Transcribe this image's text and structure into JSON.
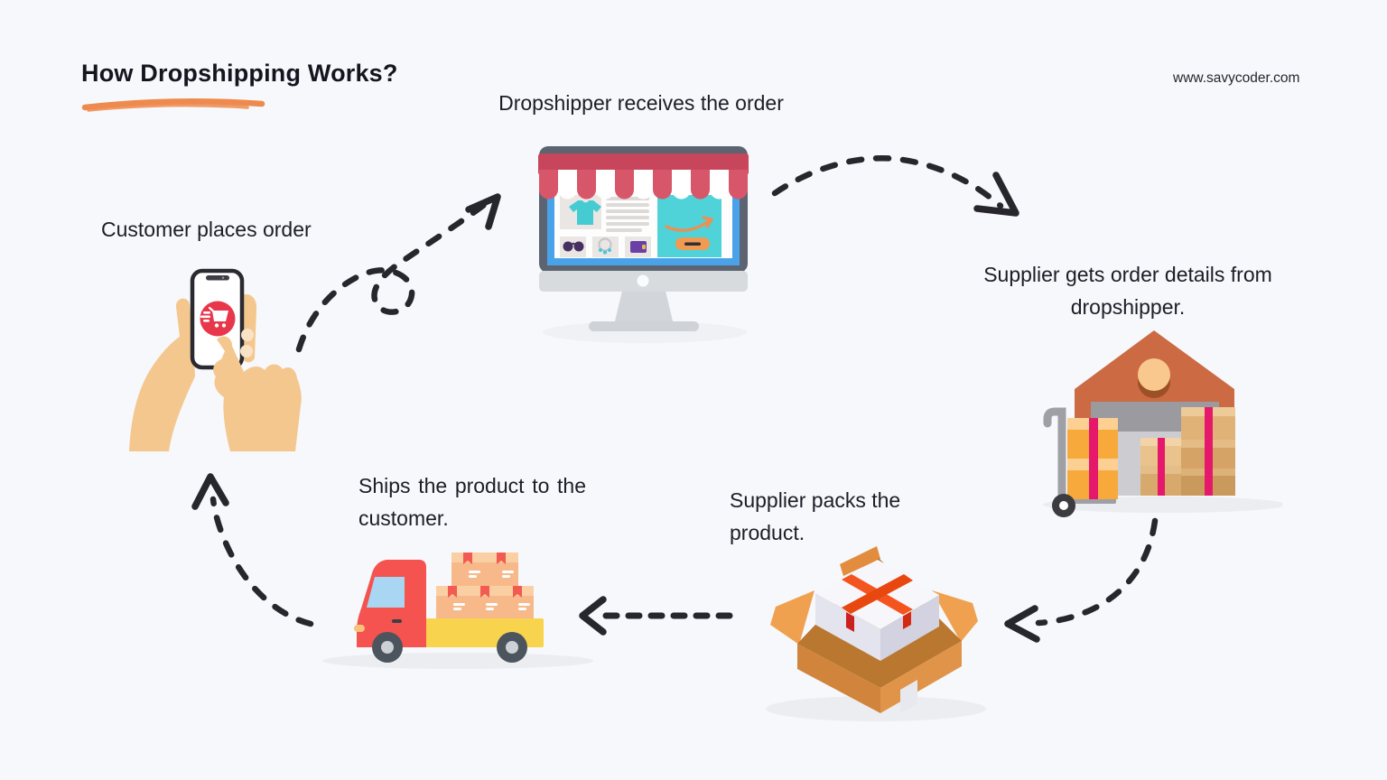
{
  "header": {
    "title": "How Dropshipping Works?",
    "website": "www.savycoder.com"
  },
  "steps": {
    "customer": {
      "label": "Customer places order",
      "icon": "hands-holding-phone-with-cart"
    },
    "dropshipper": {
      "label": "Dropshipper receives the order",
      "icon": "storefront-monitor"
    },
    "supplier": {
      "label": "Supplier gets order details from dropshipper.",
      "icon": "warehouse-with-boxes"
    },
    "packing": {
      "label": "Supplier packs the product.",
      "icon": "open-cardboard-box"
    },
    "shipping": {
      "label": "Ships the product to the customer.",
      "icon": "delivery-truck-with-boxes"
    }
  },
  "flow_arrows": [
    {
      "from": "customer",
      "to": "dropshipper",
      "style": "dashed-curve-with-loop"
    },
    {
      "from": "dropshipper",
      "to": "supplier",
      "style": "dashed-arc"
    },
    {
      "from": "supplier",
      "to": "packing",
      "style": "dashed-arc"
    },
    {
      "from": "packing",
      "to": "shipping",
      "style": "dashed-straight"
    },
    {
      "from": "shipping",
      "to": "customer",
      "style": "dashed-arc"
    }
  ],
  "colors": {
    "background": "#f7f8fb",
    "text": "#1d1d27",
    "accent_brush_orange": "#ee8a4d",
    "arrow_black": "#26262c",
    "cart_badge_red": "#e8374a",
    "awning_red": "#d85669",
    "awning_band_red": "#c7465c",
    "storefront_teal": "#4fd2d8",
    "monitor_bezel_gray": "#5b6470",
    "screen_frame_blue": "#4aa3e8",
    "warehouse_terracotta": "#cc6a44",
    "box_tape_pink": "#e5186b",
    "carton_orange": "#e69a4b",
    "package_tape_orange_red": "#f4531d",
    "truck_red": "#f4534f",
    "truck_bed_yellow": "#f8d34d",
    "skin_tone": "#f4c78f"
  }
}
